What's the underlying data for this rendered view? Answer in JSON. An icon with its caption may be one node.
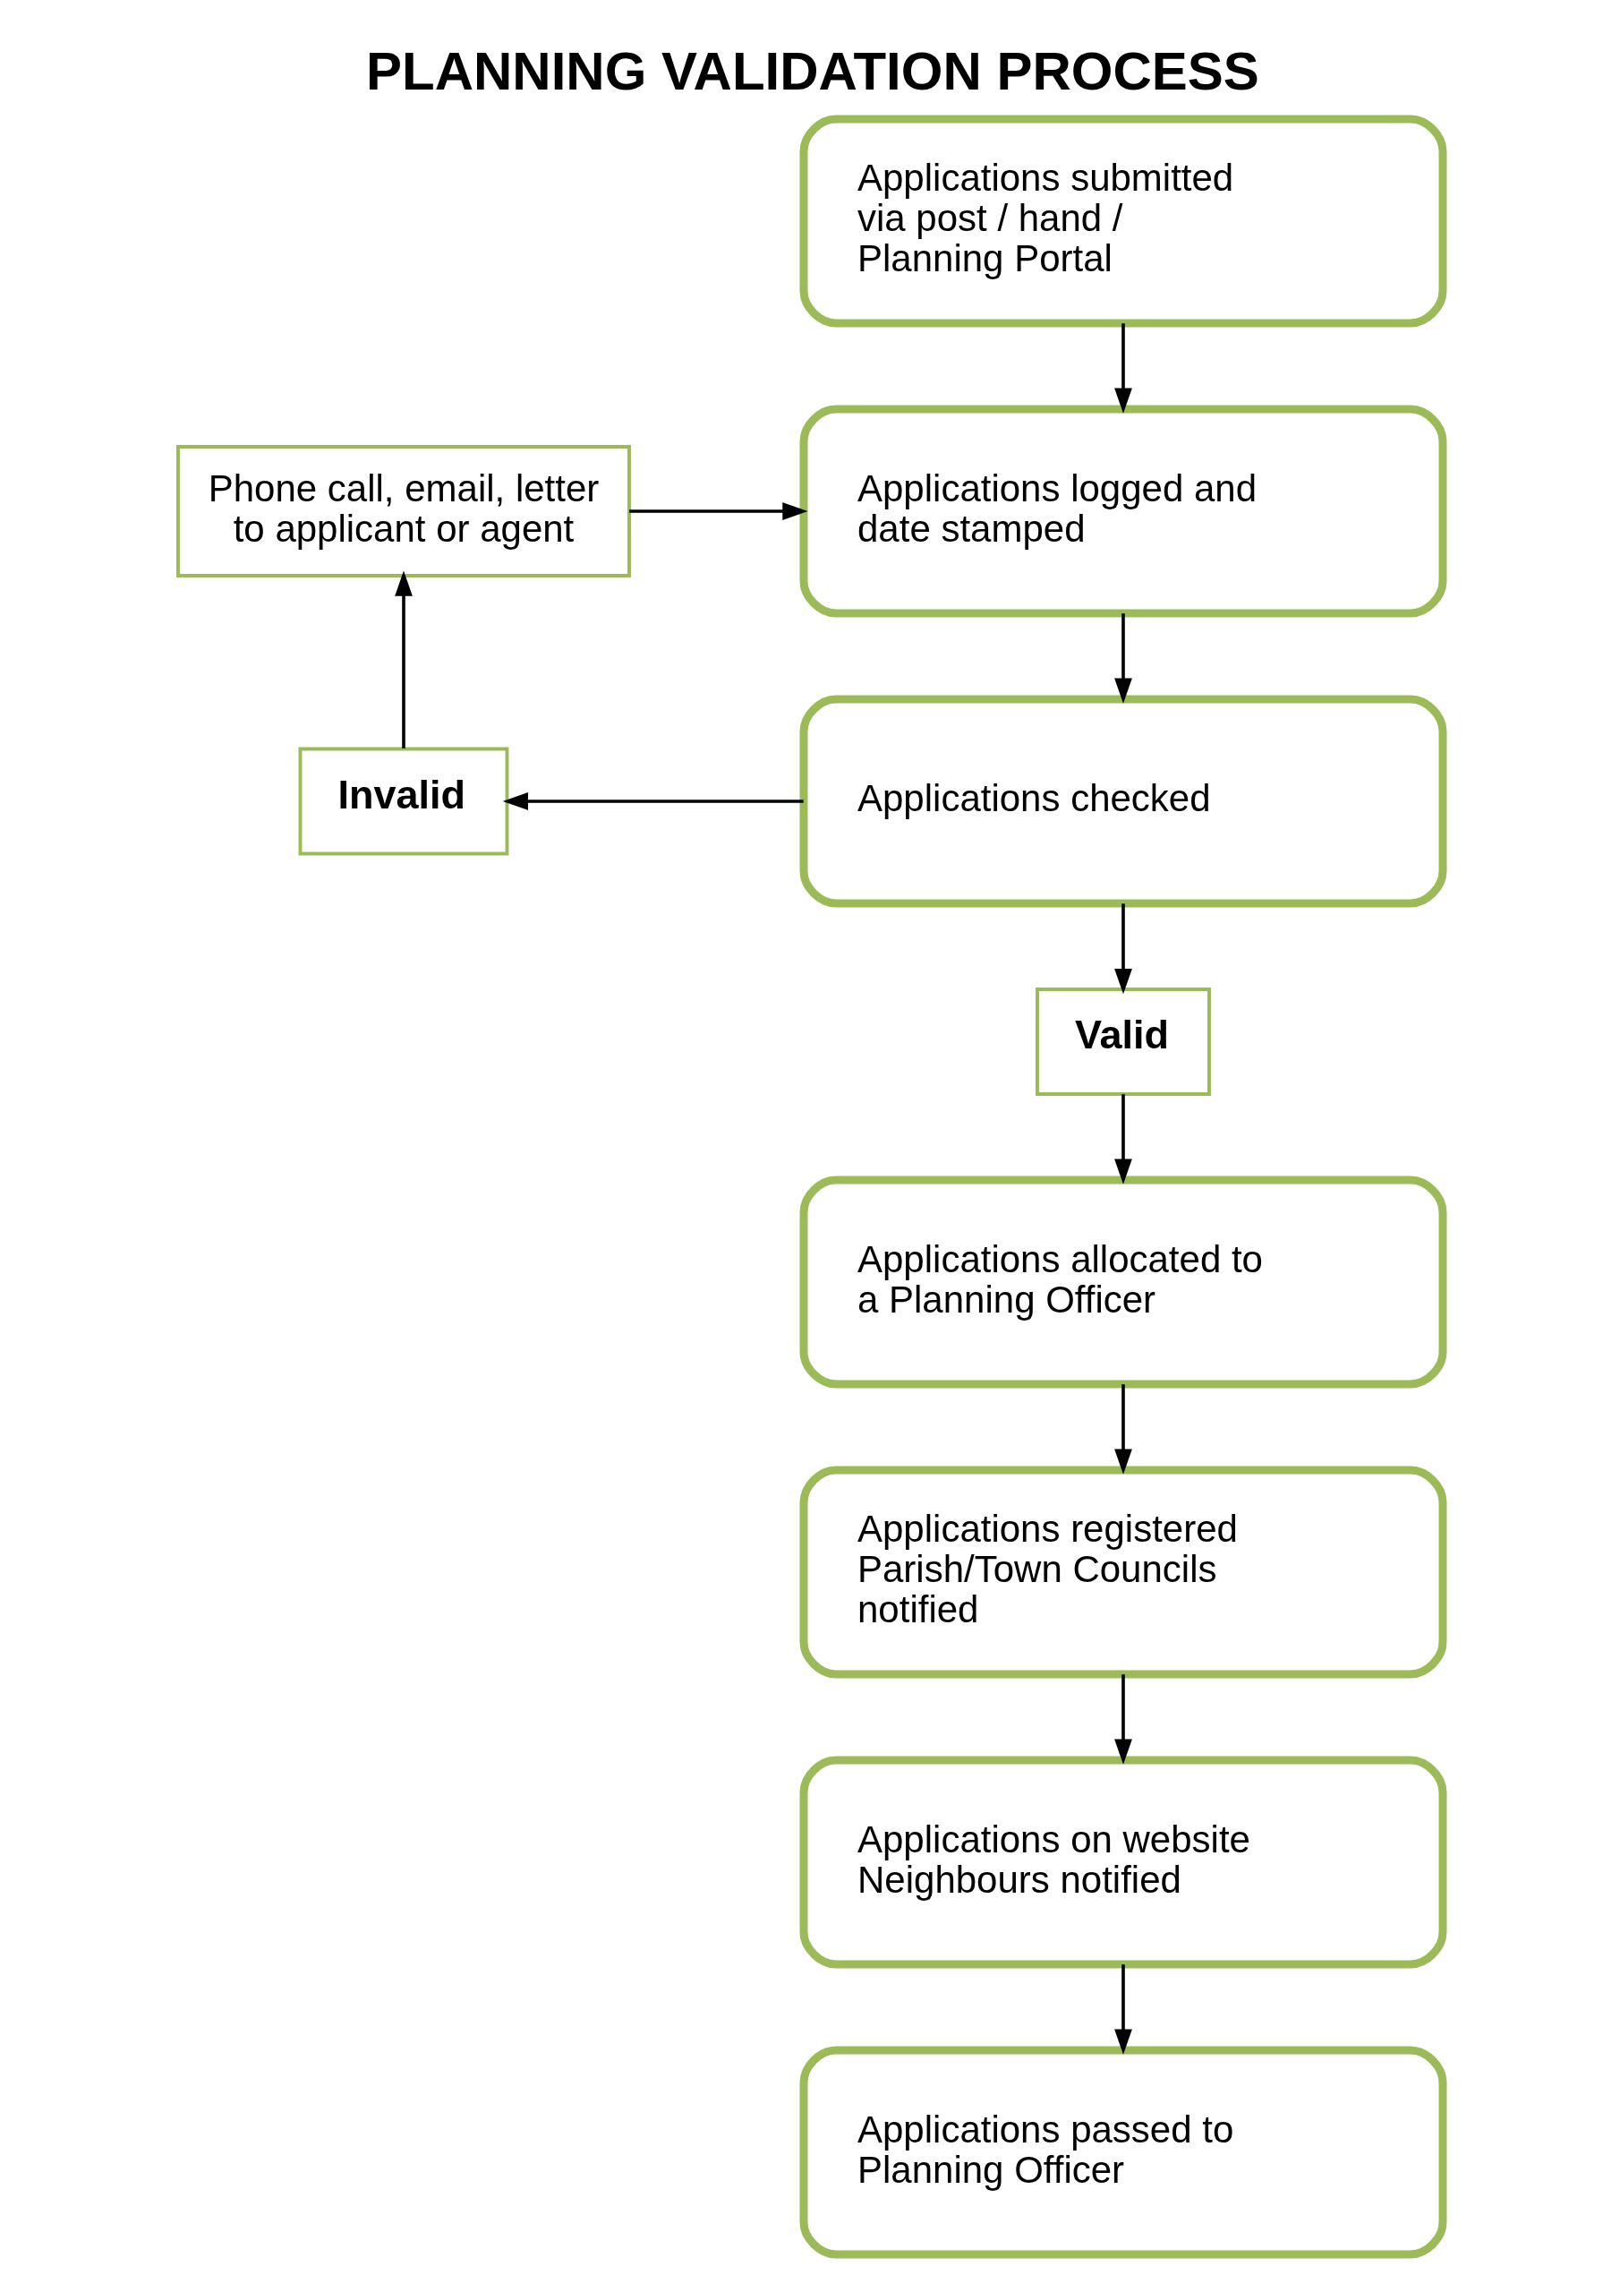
{
  "diagram": {
    "title": "PLANNING VALIDATION PROCESS",
    "nodes": [
      {
        "text": [
          "Applications submitted via post / hand / Planning Portal"
        ]
      },
      {
        "text": [
          "Phone call, email, letter to applicant or agent"
        ]
      },
      {
        "text": [
          "Applications logged and date stamped"
        ]
      },
      {
        "text": [
          "Invalid"
        ]
      },
      {
        "text": [
          "Applications checked"
        ]
      },
      {
        "text": [
          "Valid"
        ]
      },
      {
        "text": [
          "Applications allocated to a Planning Officer"
        ]
      },
      {
        "text": [
          "Applications registered Parish/Town Councils notified"
        ]
      },
      {
        "text": [
          "Applications on website Neighbours notified"
        ]
      },
      {
        "text": [
          "Applications passed to Planning Officer"
        ]
      }
    ],
    "edges": [
      {
        "from": 0,
        "to": 2,
        "arrow": "to"
      },
      {
        "from": 1,
        "to": 2,
        "arrow": "to"
      },
      {
        "from": 2,
        "to": 4,
        "arrow": "to"
      },
      {
        "from": 4,
        "to": 3,
        "arrow": "to"
      },
      {
        "from": 3,
        "to": 1,
        "arrow": "to"
      },
      {
        "from": 4,
        "to": 5,
        "arrow": "to"
      },
      {
        "from": 5,
        "to": 6,
        "arrow": "to"
      },
      {
        "from": 6,
        "to": 7,
        "arrow": "to"
      },
      {
        "from": 7,
        "to": 8,
        "arrow": "to"
      },
      {
        "from": 8,
        "to": 9,
        "arrow": "to"
      }
    ]
  }
}
